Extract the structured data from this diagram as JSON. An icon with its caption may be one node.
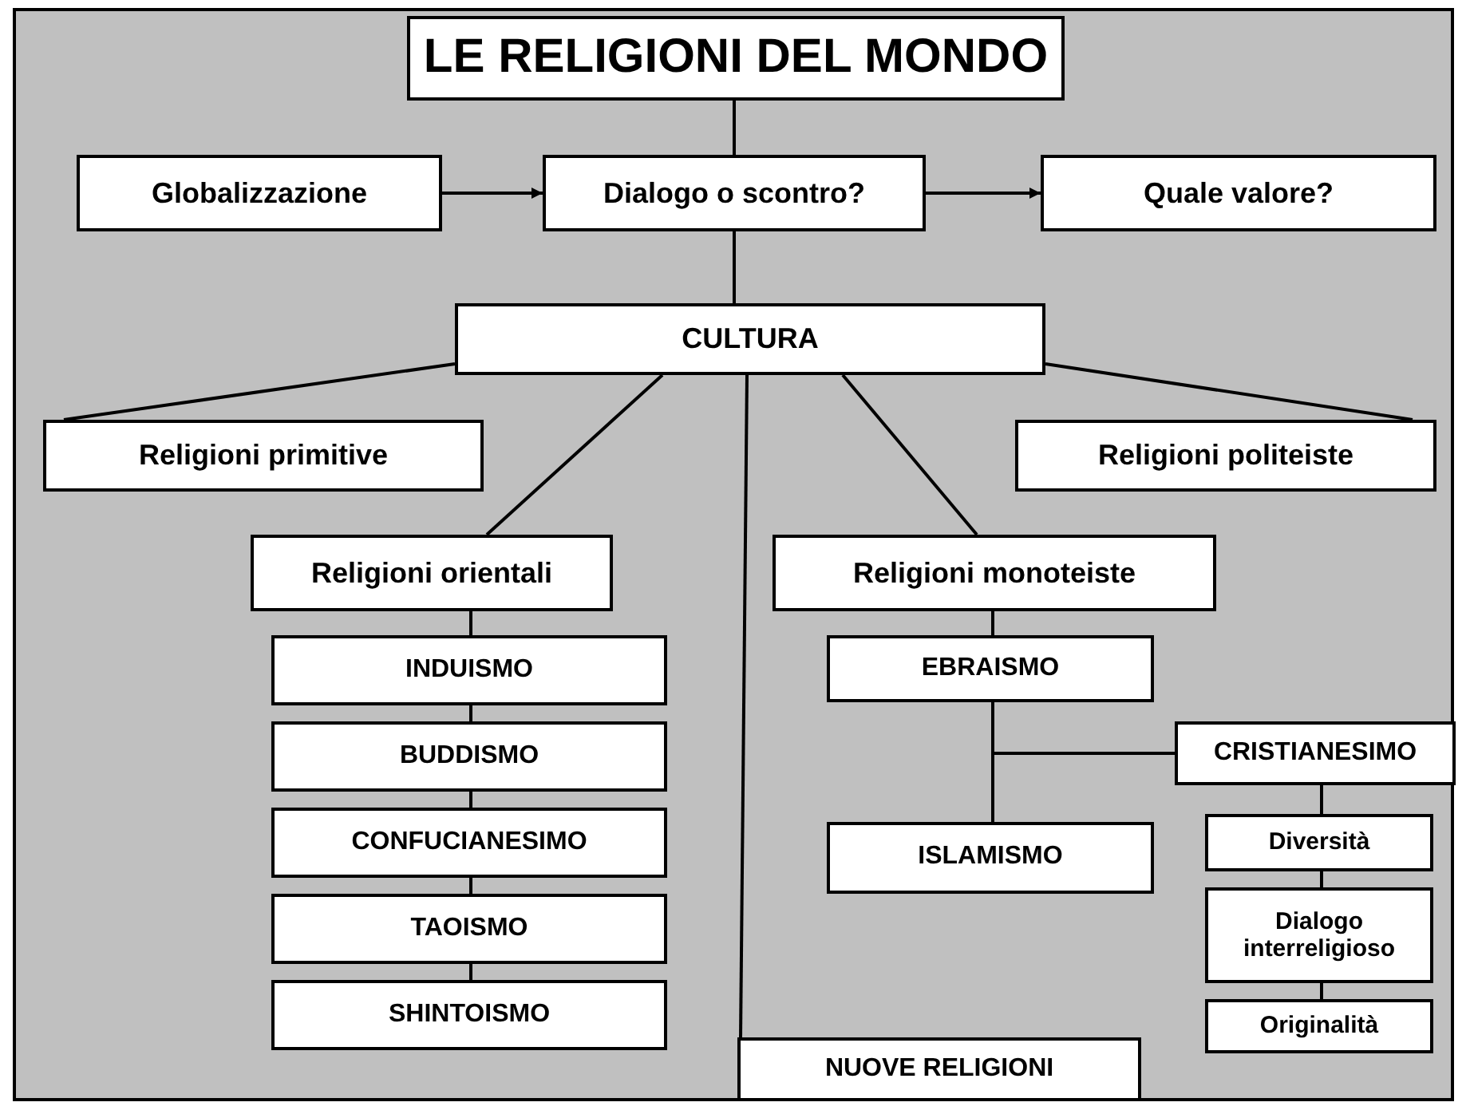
{
  "diagram": {
    "nodes": [
      {
        "text": [
          "LE RELIGIONI DEL MONDO"
        ]
      },
      {
        "text": [
          "Globalizzazione"
        ]
      },
      {
        "text": [
          "Dialogo o scontro?"
        ]
      },
      {
        "text": [
          "Quale valore?"
        ]
      },
      {
        "text": [
          "CULTURA"
        ]
      },
      {
        "text": [
          "Religioni primitive"
        ]
      },
      {
        "text": [
          "Religioni politeiste"
        ]
      },
      {
        "text": [
          "Religioni orientali"
        ]
      },
      {
        "text": [
          "Religioni monoteiste"
        ]
      },
      {
        "text": [
          "INDUISMO"
        ]
      },
      {
        "text": [
          "BUDDISMO"
        ]
      },
      {
        "text": [
          "CONFUCIANESIMO"
        ]
      },
      {
        "text": [
          "TAOISMO"
        ]
      },
      {
        "text": [
          "SHINTOISMO"
        ]
      },
      {
        "text": [
          "EBRAISMO"
        ]
      },
      {
        "text": [
          "CRISTIANESIMO"
        ]
      },
      {
        "text": [
          "ISLAMISMO"
        ]
      },
      {
        "text": [
          "Diversità"
        ]
      },
      {
        "text": [
          "Dialogo interreligioso"
        ]
      },
      {
        "text": [
          "Originalità"
        ]
      },
      {
        "text": [
          "NUOVE RELIGIONI"
        ]
      }
    ],
    "edges": [
      {
        "from": 0,
        "to": 2,
        "arrow": "none"
      },
      {
        "from": 1,
        "to": 2,
        "arrow": "to"
      },
      {
        "from": 2,
        "to": 3,
        "arrow": "to"
      },
      {
        "from": 2,
        "to": 4,
        "arrow": "none"
      },
      {
        "from": 4,
        "to": 5,
        "arrow": "none"
      },
      {
        "from": 4,
        "to": 6,
        "arrow": "none"
      },
      {
        "from": 4,
        "to": 7,
        "arrow": "none"
      },
      {
        "from": 4,
        "to": 20,
        "arrow": "none"
      },
      {
        "from": 4,
        "to": 8,
        "arrow": "none"
      },
      {
        "from": 7,
        "to": 9,
        "arrow": "none"
      },
      {
        "from": 9,
        "to": 10,
        "arrow": "none"
      },
      {
        "from": 10,
        "to": 11,
        "arrow": "none"
      },
      {
        "from": 11,
        "to": 12,
        "arrow": "none"
      },
      {
        "from": 12,
        "to": 13,
        "arrow": "none"
      },
      {
        "from": 8,
        "to": 14,
        "arrow": "none"
      },
      {
        "from": 14,
        "to": 15,
        "arrow": "none"
      },
      {
        "from": 14,
        "to": 16,
        "arrow": "none"
      },
      {
        "from": 15,
        "to": 17,
        "arrow": "none"
      },
      {
        "from": 17,
        "to": 18,
        "arrow": "none"
      },
      {
        "from": 18,
        "to": 19,
        "arrow": "none"
      }
    ]
  }
}
